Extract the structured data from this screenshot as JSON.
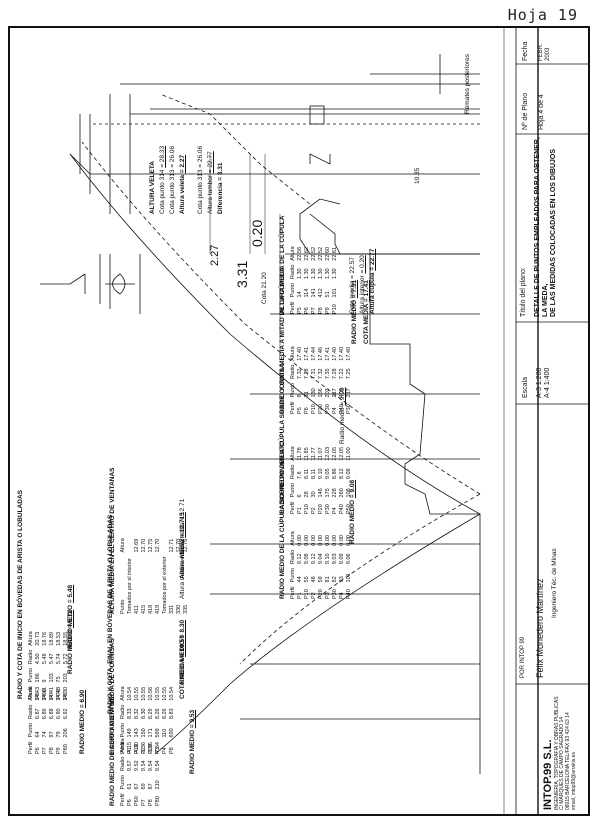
{
  "page": {
    "label": "Hoja  19"
  },
  "title_block": {
    "company": {
      "name": "INTOP.99 S.L.",
      "line1": "INGENIERIA, TOPOGRAFIA Y OBRAS PUBLICAS",
      "line2": "C/ MARQUES DE CAMPO SAGRADO 14",
      "line3": "08015  BARCELONA  TEL/FAX 93 424 63 14",
      "line4": "email, intop99@arrakis.es"
    },
    "author": {
      "por": "POR INTOP 99",
      "name": "Félix Monedero Martínez",
      "role": "Ingeniero Téc. de Minas"
    },
    "scale": {
      "label": "Escala",
      "a3": "A-3   1:200",
      "a4": "A-4   1:400"
    },
    "plan_title": {
      "label": "Título del plano:",
      "line1": "DETALLE DE PUNTOS EMPLEADOS PARA OBTENER, LA MEDA,",
      "line2": "DE LAS MEDIDAS COLOCADAS EN LOS DIBUJOS"
    },
    "plan_number": {
      "label": "Nº de Plano",
      "value": "Hoja 4 de 4"
    },
    "date": {
      "label": "Fecha",
      "value": "FEBR. 2003"
    }
  },
  "drawing": {
    "veleta": {
      "title": "ALTURA VELETA",
      "cota_punto_314_label": "Cota punto",
      "cota_punto_314_num": "314",
      "cota_punto_314_value": "= 28.33",
      "cota_punto_313_label": "Cota punto",
      "cota_punto_313_num": "313",
      "cota_punto_313_value": "= 26.06",
      "altura_veleta_label": "Altura veleta",
      "altura_veleta_value": "= 2.27",
      "cota_punto_313b_label": "Cota punto",
      "cota_punto_313b_num": "313",
      "cota_punto_313b_value": "= 26.06",
      "altura_tambor_label": "Altura tambor",
      "altura_tambor_value": "= 22.77",
      "diferencia_label": "Diferencia",
      "diferencia_value": "= 3.31"
    },
    "dimensions": {
      "d227": "2.27",
      "d331": "3.31",
      "d020": "0.20",
      "cota": "Cota 21.20",
      "d1035": "10.35"
    },
    "remates": "Remates posteriores",
    "cupula": {
      "title": "ALTURA MEDIA DE LA CÚPULA",
      "headers": [
        "Perfil",
        "Punto",
        "Radio",
        "Altura"
      ],
      "rows": [
        [
          "P5",
          "14",
          "1.30",
          "22.58"
        ],
        [
          "P6",
          "114",
          "1.30",
          "22.62"
        ],
        [
          "P7",
          "141",
          "1.30",
          "22.52"
        ],
        [
          "P8",
          "412",
          "1.30",
          "22.52"
        ],
        [
          "P9",
          "51",
          "1.30",
          "22.60"
        ],
        [
          "P10",
          "101",
          "1.30",
          "22.61"
        ]
      ],
      "cota_media": "Cota media",
      "cota_media_value": "= 22.57",
      "altura_interior": "Altura interior",
      "altura_interior_value": "= 0.20",
      "altura_cupula": "Altura cúpula",
      "altura_cupula_value": "= 22.77"
    },
    "mitad_cupula": {
      "title": "RADIO Y COTA MEDIA A MITAD DE LA CÚPULA",
      "headers": [
        "Perfil",
        "Punto",
        "Radio",
        "Altura"
      ],
      "rows": [
        [
          "P5",
          "9",
          "7.32",
          "17.40"
        ],
        [
          "P6",
          "31",
          "7.28",
          "17.41"
        ],
        [
          "P10",
          "130",
          "7.31",
          "17.44"
        ],
        [
          "P20",
          "166",
          "7.32",
          "17.46"
        ],
        [
          "P30",
          "203",
          "7.35",
          "17.41"
        ],
        [
          "P4",
          "217",
          "7.28",
          "17.40"
        ],
        [
          "P40",
          "409",
          "7.22",
          "17.40"
        ],
        [
          "P30",
          "217",
          "7.25",
          "17.40"
        ]
      ],
      "radio_label": "RADIO MEDIO",
      "radio_value": "= 7.31",
      "cota_label": "COTA MEDIA",
      "cota_value": "= 17.41"
    },
    "cornisa_cupula": {
      "title": "RADIO MEDIO DE LA CÚPULA SOBRE CORNISA",
      "headers": [
        "Perfil",
        "Punto",
        "Radio",
        "Altura"
      ],
      "rows": [
        [
          "P1",
          "6",
          "7.8",
          "11.78"
        ],
        [
          "P10",
          "28",
          "8.11",
          "11.85"
        ],
        [
          "P2",
          "30",
          "8.11",
          "11.77"
        ],
        [
          "P20",
          "146",
          "9.10",
          "11.07"
        ],
        [
          "P30",
          "175",
          "9.05",
          "12.03"
        ],
        [
          "P4",
          "228",
          "8.86",
          "12.05"
        ],
        [
          "P40",
          "260",
          "8.12",
          "12.05"
        ],
        [
          "P50",
          "108",
          "9.08",
          "11.00"
        ]
      ],
      "radio_label": "Radio medio",
      "radio_value": "= 9.09"
    },
    "pavimento_cupula": {
      "title": "RADIO MEDIO DE LA CÚPULA SOBRE PAVIMENTO",
      "headers": [
        "Perfil",
        "Punto",
        "Radio",
        "Altura"
      ],
      "rows": [
        [
          "P1",
          "44",
          "9.12",
          "0.00"
        ],
        [
          "P10",
          "55",
          "9.08",
          "0.00"
        ],
        [
          "P2",
          "48",
          "9.12",
          "0.00"
        ],
        [
          "P20",
          "59",
          "9.04",
          "0.00"
        ],
        [
          "P3",
          "81",
          "9.10",
          "0.00"
        ],
        [
          "P30",
          "82",
          "9.03",
          "0.00"
        ],
        [
          "P4",
          "93",
          "9.09",
          "0.00"
        ],
        [
          "P40",
          "101",
          "9.06",
          "0.00"
        ]
      ],
      "radio_label": "RADIO MEDIO",
      "radio_value": "= 9.08"
    },
    "inicio_lobuladas": {
      "title": "RADIO Y COTA DE INICIO EN BÓVEDAS DE ARISTA O LOBULADAS",
      "headers": [
        "Perfil",
        "Punto",
        "Radio",
        "Altura"
      ],
      "rows": [
        [
          "P6",
          "186",
          "4.50",
          "20.73"
        ],
        [
          "P60",
          "9",
          "5.48",
          "18.76"
        ],
        [
          "P7",
          "103",
          "5.47",
          "18.89"
        ],
        [
          "P70",
          "75",
          "5.74",
          "18.53"
        ],
        [
          "P8",
          "203",
          "5.72",
          "18.55"
        ]
      ],
      "radio1_label": "RADIO MEDIO",
      "radio1_value": "= 5.48",
      "radio2_label": "RADIO MEDIO",
      "radio2_value": "= 5.72"
    },
    "final_lobuladas": {
      "title": "RADIO Y COTA, FINAL EN BÓVEDAS DE ARISTA O LOBULADAS",
      "headers": [
        "Perfil",
        "Punto",
        "Radio",
        "Altura"
      ],
      "rows": [
        [
          "P6",
          "64",
          "6.87",
          "14.43"
        ],
        [
          "P7",
          "74",
          "6.89",
          "14.41"
        ],
        [
          "P8",
          "97",
          "6.88",
          "14.41"
        ],
        [
          "P9",
          "79",
          "6.90",
          "14.43"
        ],
        [
          "P80",
          "206",
          "6.92",
          "14.30"
        ]
      ],
      "radio_label": "RADIO MEDIO",
      "radio_value": "= 6.90"
    },
    "ventanas": {
      "title": "ALTURA MEDIA EN EL CENTRO DE VENTANAS",
      "headers": [
        "Punto",
        "Altura"
      ],
      "rows": [
        [
          "Tomados por el interior",
          ""
        ],
        [
          "411",
          "12.69"
        ],
        [
          "415",
          "12.70"
        ],
        [
          "418",
          "12.75"
        ],
        [
          "419",
          "12.70"
        ],
        [
          "Tomados por el exterior",
          ""
        ],
        [
          "331",
          "12.71"
        ],
        [
          "330",
          "12.70"
        ],
        [
          "335",
          "12.76"
        ]
      ],
      "am1_label": "Altura media",
      "am1_value": "= 12.71",
      "am2_label": "Altura media",
      "am2_value": "= 12.715",
      "am3_label": "Altura media",
      "am3_value": "= 12.72"
    },
    "cornisas": {
      "title": "RADIO Y COTA MEDIA DE CORNISAS",
      "headers": [
        "Perfil",
        "Punto",
        "Radio",
        "Altura"
      ],
      "rows": [
        [
          "P1",
          "149",
          "8.33",
          "10.54"
        ],
        [
          "P10",
          "143",
          "8.32",
          "10.55"
        ],
        [
          "P2",
          "150",
          "8.30",
          "10.55"
        ],
        [
          "P20",
          "171",
          "8.29",
          "10.56"
        ],
        [
          "P3",
          "599",
          "8.26",
          "10.55"
        ],
        [
          "P4",
          "110",
          "8.26",
          "10.55"
        ],
        [
          "P8",
          "690",
          "8.83",
          "10.54"
        ]
      ],
      "radio_label": "RADIO MEDIO",
      "radio_value": "= 8.30",
      "cota_label": "COTA MEDIA",
      "cota_value": "= 10.55"
    },
    "cerramientos": {
      "title": "RADIO MEDIO DE CERRAMIENTOS",
      "headers": [
        "Perfil",
        "Punto",
        "Radio",
        "Altura"
      ],
      "rows": [
        [
          "P6",
          "61",
          "9.57",
          "4.15"
        ],
        [
          "P60",
          "67",
          "9.52",
          "4.30"
        ],
        [
          "P7",
          "69",
          "9.54",
          "3.36"
        ],
        [
          "P8",
          "87",
          "9.54",
          "3.95"
        ],
        [
          "P80",
          "210",
          "9.54",
          "7.84"
        ]
      ],
      "radio_label": "RADIO MEDIO",
      "radio_value": "= 9.53"
    }
  }
}
